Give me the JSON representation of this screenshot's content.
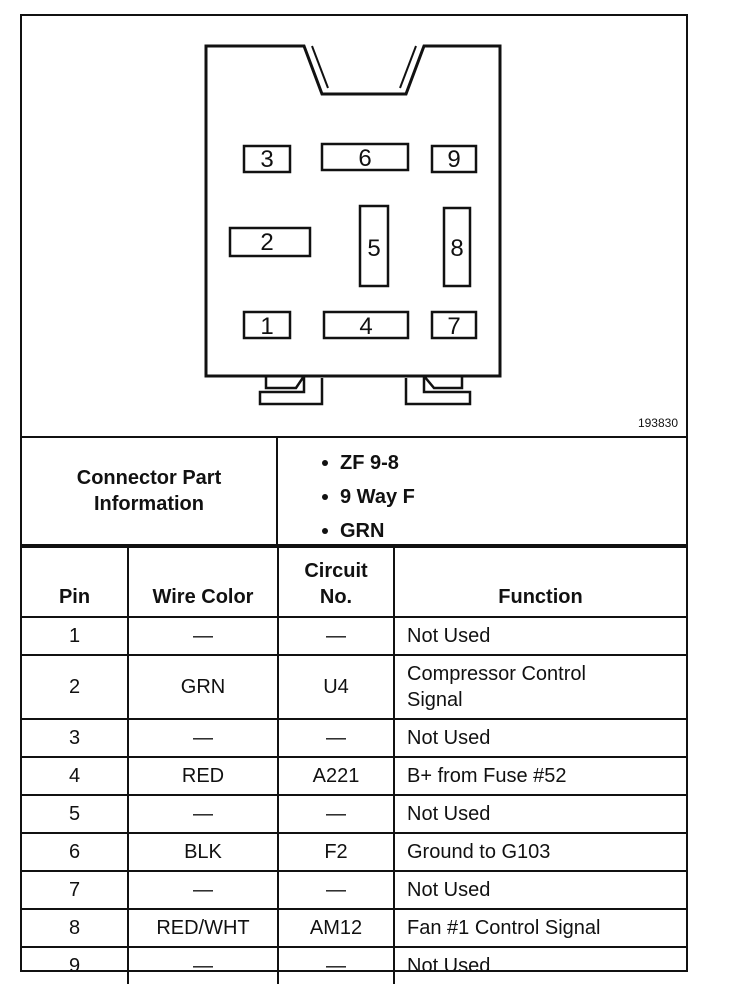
{
  "diagram": {
    "reference_number": "193830",
    "pins": [
      {
        "label": "3"
      },
      {
        "label": "6"
      },
      {
        "label": "9"
      },
      {
        "label": "2"
      },
      {
        "label": "5"
      },
      {
        "label": "8"
      },
      {
        "label": "1"
      },
      {
        "label": "4"
      },
      {
        "label": "7"
      }
    ]
  },
  "connector_info": {
    "label": "Connector Part Information",
    "items": [
      "ZF 9-8",
      "9 Way F",
      "GRN"
    ]
  },
  "table": {
    "headers": {
      "pin": "Pin",
      "wire_color": "Wire Color",
      "circuit_no": "Circuit No.",
      "function": "Function"
    },
    "rows": [
      {
        "pin": "1",
        "wire_color": "—",
        "circuit": "—",
        "function": "Not Used"
      },
      {
        "pin": "2",
        "wire_color": "GRN",
        "circuit": "U4",
        "function": "Compressor Control Signal"
      },
      {
        "pin": "3",
        "wire_color": "—",
        "circuit": "—",
        "function": "Not Used"
      },
      {
        "pin": "4",
        "wire_color": "RED",
        "circuit": "A221",
        "function": "B+ from Fuse #52"
      },
      {
        "pin": "5",
        "wire_color": "—",
        "circuit": "—",
        "function": "Not Used"
      },
      {
        "pin": "6",
        "wire_color": "BLK",
        "circuit": "F2",
        "function": "Ground to G103"
      },
      {
        "pin": "7",
        "wire_color": "—",
        "circuit": "—",
        "function": "Not Used"
      },
      {
        "pin": "8",
        "wire_color": "RED/WHT",
        "circuit": "AM12",
        "function": "Fan #1 Control Signal"
      },
      {
        "pin": "9",
        "wire_color": "—",
        "circuit": "—",
        "function": "Not Used"
      }
    ]
  }
}
